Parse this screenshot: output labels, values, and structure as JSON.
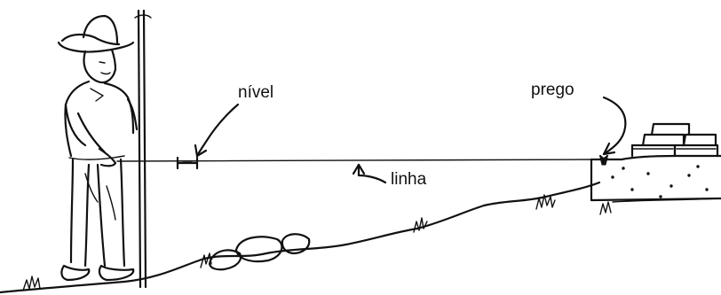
{
  "labels": {
    "nivel": "nível",
    "prego": "prego",
    "linha": "linha"
  },
  "colors": {
    "ink": "#111111",
    "background": "#ffffff"
  }
}
